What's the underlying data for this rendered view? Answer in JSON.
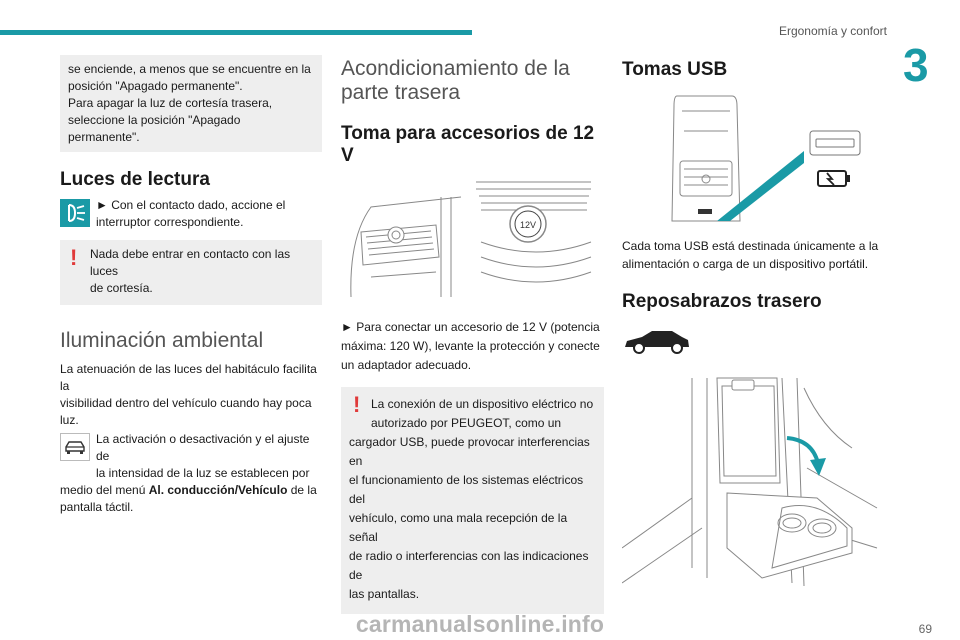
{
  "header": {
    "section_title": "Ergonomía y confort",
    "chapter_number": "3",
    "page_number": "69"
  },
  "col1": {
    "intro_box": {
      "line1": "se enciende, a menos que se encuentre en la",
      "line2": "posición \"Apagado permanente\".",
      "line3": "Para apagar la luz de cortesía trasera,",
      "line4": "seleccione la posición \"Apagado permanente\"."
    },
    "reading_lights": {
      "title": "Luces de lectura",
      "step_line1": "► Con el contacto dado, accione el",
      "step_line2": "interruptor correspondiente.",
      "warning_line1": "Nada debe entrar en contacto con las luces",
      "warning_line2": "de cortesía."
    },
    "ambient": {
      "title": "Iluminación ambiental",
      "text_line1": "La atenuación de las luces del habitáculo facilita la",
      "text_line2": "visibilidad dentro del vehículo cuando hay poca luz.",
      "note_line1": "La activación o desactivación y el ajuste de",
      "note_line2": "la intensidad de la luz se establecen por",
      "note_line3_pre": "medio del menú ",
      "note_line3_bold": "Al. conducción/Vehículo",
      "note_line3_post": " de la",
      "note_line4": "pantalla táctil."
    }
  },
  "col2": {
    "title_line1": "Acondicionamiento de la",
    "title_line2": "parte trasera",
    "accessory": {
      "title": "Toma para accesorios de 12 V",
      "socket_label": "12V",
      "step_line1": "► Para conectar un accesorio de 12 V (potencia",
      "step_line2": "máxima: 120 W), levante la protección y conecte",
      "step_line3": "un adaptador adecuado.",
      "warning_line1": "La conexión de un dispositivo eléctrico no",
      "warning_line2": "autorizado por PEUGEOT, como un",
      "warning_line3": "cargador USB, puede provocar interferencias en",
      "warning_line4": "el funcionamiento de los sistemas eléctricos del",
      "warning_line5": "vehículo, como una mala recepción de la señal",
      "warning_line6": "de radio o interferencias con las indicaciones de",
      "warning_line7": "las pantallas."
    }
  },
  "col3": {
    "usb": {
      "title": "Tomas USB",
      "text_line1": "Cada toma USB está destinada únicamente a la",
      "text_line2": "alimentación o carga de un dispositivo portátil."
    },
    "armrest": {
      "title": "Reposabrazos trasero"
    }
  },
  "colors": {
    "accent": "#1a9aa6",
    "warning": "#e03a3a",
    "box_bg": "#eeeeee"
  },
  "watermark": "carmanualsonline.info"
}
